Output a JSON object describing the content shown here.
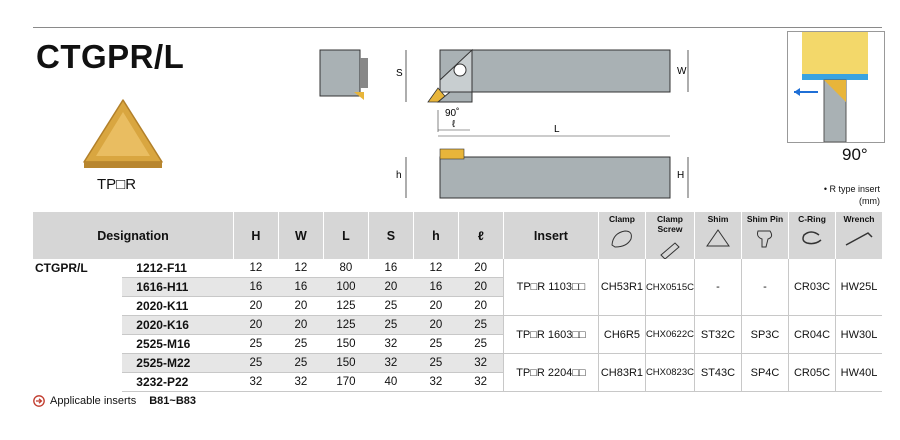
{
  "header": {
    "title": "CTGPR/L",
    "insert_shape": "TP□R"
  },
  "drawing": {
    "dims": {
      "s": "S",
      "w": "W",
      "h1": "h",
      "h2": "H",
      "l": "L",
      "angle": "90˚",
      "ell": "ℓ"
    }
  },
  "approach": {
    "angle": "90°"
  },
  "note": {
    "line1": "• R type insert",
    "line2": "(mm)"
  },
  "table": {
    "headers": {
      "designation": "Designation",
      "H": "H",
      "W": "W",
      "L": "L",
      "S": "S",
      "h": "h",
      "ell": "ℓ",
      "insert": "Insert",
      "clamp": "Clamp",
      "clamp_screw": "Clamp Screw",
      "shim": "Shim",
      "shim_pin": "Shim Pin",
      "c_ring": "C-Ring",
      "wrench": "Wrench"
    },
    "series": "CTGPR/L",
    "rows": [
      {
        "desig": "1212-F11",
        "H": "12",
        "W": "12",
        "L": "80",
        "S": "16",
        "h": "12",
        "ell": "20"
      },
      {
        "desig": "1616-H11",
        "H": "16",
        "W": "16",
        "L": "100",
        "S": "20",
        "h": "16",
        "ell": "20"
      },
      {
        "desig": "2020-K11",
        "H": "20",
        "W": "20",
        "L": "125",
        "S": "25",
        "h": "20",
        "ell": "20"
      },
      {
        "desig": "2020-K16",
        "H": "20",
        "W": "20",
        "L": "125",
        "S": "25",
        "h": "20",
        "ell": "25"
      },
      {
        "desig": "2525-M16",
        "H": "25",
        "W": "25",
        "L": "150",
        "S": "32",
        "h": "25",
        "ell": "25"
      },
      {
        "desig": "2525-M22",
        "H": "25",
        "W": "25",
        "L": "150",
        "S": "32",
        "h": "25",
        "ell": "32"
      },
      {
        "desig": "3232-P22",
        "H": "32",
        "W": "32",
        "L": "170",
        "S": "40",
        "h": "32",
        "ell": "32"
      }
    ],
    "groups": [
      {
        "insert": "TP□R 1103□□",
        "clamp": "CH53R1",
        "screw": "CHX0515C",
        "shim": "-",
        "pin": "-",
        "ring": "CR03C",
        "wrench": "HW25L"
      },
      {
        "insert": "TP□R 1603□□",
        "clamp": "CH6R5",
        "screw": "CHX0622C",
        "shim": "ST32C",
        "pin": "SP3C",
        "ring": "CR04C",
        "wrench": "HW30L"
      },
      {
        "insert": "TP□R 2204□□",
        "clamp": "CH83R1",
        "screw": "CHX0823C",
        "shim": "ST43C",
        "pin": "SP4C",
        "ring": "CR05C",
        "wrench": "HW40L"
      }
    ]
  },
  "footer": {
    "text": "Applicable inserts",
    "pages": "B81~B83"
  },
  "colors": {
    "insert_gold": "#d9a640",
    "header_gray": "#d6d6d6",
    "row_shade": "#e6e6e6",
    "arrow_blue": "#1f6fd6"
  }
}
